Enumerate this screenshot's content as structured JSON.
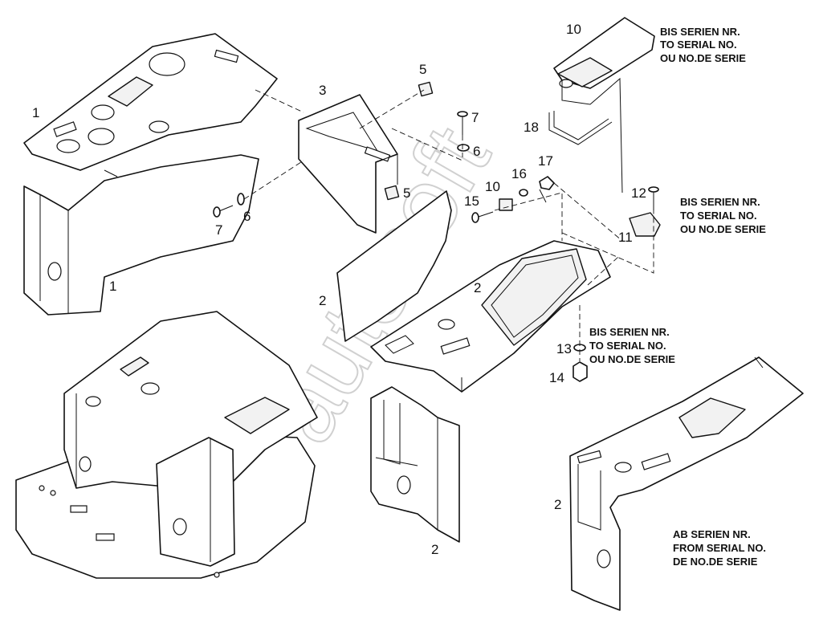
{
  "watermark": "autosoft",
  "callouts": [
    {
      "id": "c1a",
      "label": "1"
    },
    {
      "id": "c1b",
      "label": "1"
    },
    {
      "id": "c2a",
      "label": "2"
    },
    {
      "id": "c2b",
      "label": "2"
    },
    {
      "id": "c2c",
      "label": "2"
    },
    {
      "id": "c2d",
      "label": "2"
    },
    {
      "id": "c3",
      "label": "3"
    },
    {
      "id": "c5a",
      "label": "5"
    },
    {
      "id": "c5b",
      "label": "5"
    },
    {
      "id": "c6a",
      "label": "6"
    },
    {
      "id": "c6b",
      "label": "6"
    },
    {
      "id": "c7a",
      "label": "7"
    },
    {
      "id": "c7b",
      "label": "7"
    },
    {
      "id": "c10a",
      "label": "10"
    },
    {
      "id": "c10b",
      "label": "10"
    },
    {
      "id": "c11",
      "label": "11"
    },
    {
      "id": "c12",
      "label": "12"
    },
    {
      "id": "c13",
      "label": "13"
    },
    {
      "id": "c14",
      "label": "14"
    },
    {
      "id": "c15",
      "label": "15"
    },
    {
      "id": "c16",
      "label": "16"
    },
    {
      "id": "c17",
      "label": "17"
    },
    {
      "id": "c18",
      "label": "18"
    }
  ],
  "notes": {
    "top_right": [
      "BIS SERIEN NR.",
      "TO SERIAL NO.",
      "OU NO.DE SERIE"
    ],
    "mid_right": [
      "BIS SERIEN NR.",
      "TO SERIAL NO.",
      "OU NO.DE SERIE"
    ],
    "center_right": [
      "BIS SERIEN NR.",
      "TO SERIAL NO.",
      "OU NO.DE SERIE"
    ],
    "bottom_right": [
      "AB SERIEN NR.",
      "FROM SERIAL NO.",
      "DE NO.DE SERIE"
    ]
  }
}
